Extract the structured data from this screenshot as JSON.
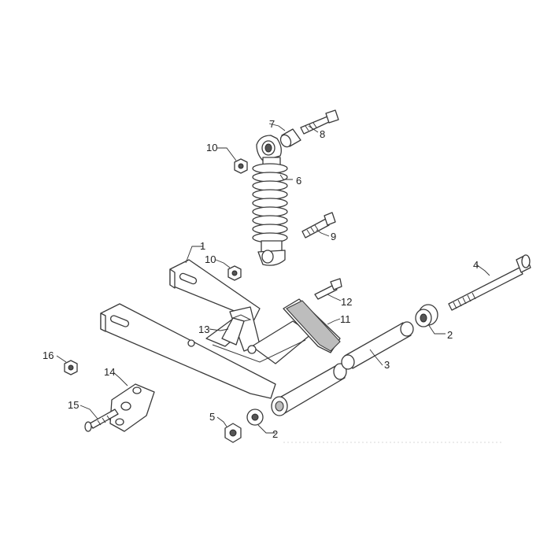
{
  "diagram": {
    "callouts": [
      {
        "id": "c1",
        "label": "1"
      },
      {
        "id": "c2a",
        "label": "2"
      },
      {
        "id": "c2b",
        "label": "2"
      },
      {
        "id": "c3",
        "label": "3"
      },
      {
        "id": "c4",
        "label": "4"
      },
      {
        "id": "c5",
        "label": "5"
      },
      {
        "id": "c6",
        "label": "6"
      },
      {
        "id": "c7",
        "label": "7"
      },
      {
        "id": "c8",
        "label": "8"
      },
      {
        "id": "c9",
        "label": "9"
      },
      {
        "id": "c10a",
        "label": "10"
      },
      {
        "id": "c10b",
        "label": "10"
      },
      {
        "id": "c11",
        "label": "11"
      },
      {
        "id": "c12",
        "label": "12"
      },
      {
        "id": "c13",
        "label": "13"
      },
      {
        "id": "c14",
        "label": "14"
      },
      {
        "id": "c15",
        "label": "15"
      },
      {
        "id": "c16",
        "label": "16"
      }
    ]
  }
}
